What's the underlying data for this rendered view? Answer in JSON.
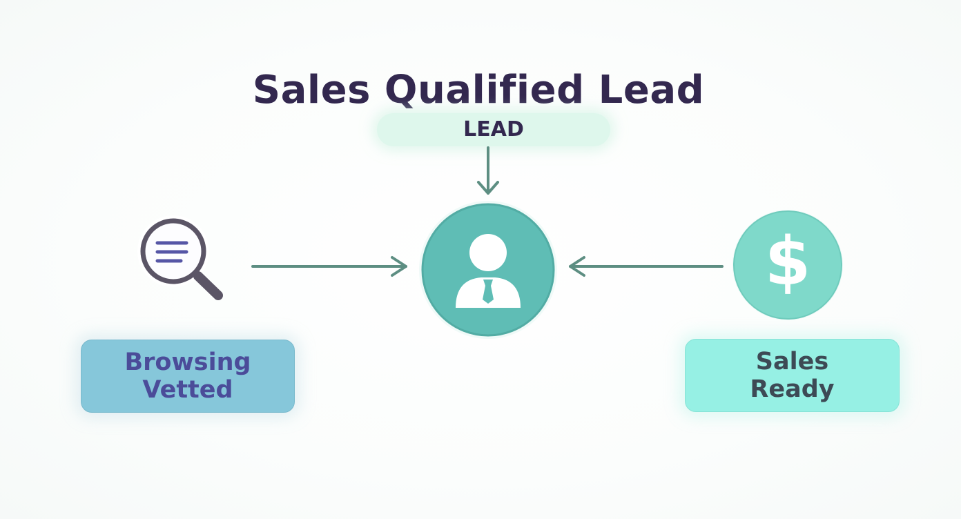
{
  "diagram": {
    "title": "Sales Qualified Lead",
    "lead_label": "LEAD",
    "left_box": {
      "line1": "Browsing",
      "line2": "Vetted"
    },
    "right_box": {
      "line1": "Sales",
      "line2": "Ready"
    },
    "icons": {
      "left": "magnifier-icon",
      "center": "person-icon",
      "right": "dollar-icon"
    },
    "colors": {
      "title": "#33284f",
      "lead_pill": "#def7ec",
      "center_circle": "#5fbdb5",
      "right_circle": "#7fd9ca",
      "arrows": "#5d8e82",
      "left_box": "#86c7da",
      "right_box": "#96f0e4"
    },
    "dollar_symbol": "$"
  }
}
